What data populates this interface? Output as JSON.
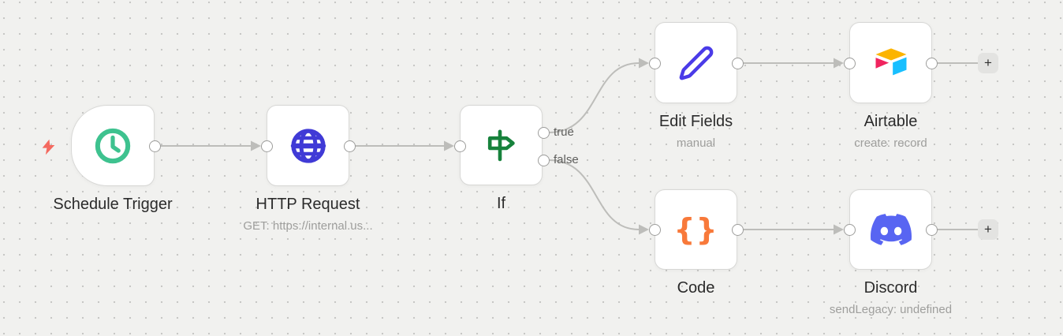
{
  "canvas": {
    "bg": "#f1f1ef",
    "dot_color": "#c7c7c5",
    "edge_color": "#bdbdba"
  },
  "trigger_indicator": {
    "icon": "lightning-bolt-icon",
    "color": "#f4695f"
  },
  "branch_labels": {
    "true": "true",
    "false": "false"
  },
  "nodes": {
    "schedule_trigger": {
      "label": "Schedule Trigger",
      "icon": "clock-icon",
      "icon_color": "#3ec28f"
    },
    "http_request": {
      "label": "HTTP Request",
      "subtitle": "GET: https://internal.us...",
      "icon": "globe-icon",
      "icon_color": "#403ad6"
    },
    "if": {
      "label": "If",
      "icon": "signpost-icon",
      "icon_color": "#17823c"
    },
    "edit_fields": {
      "label": "Edit Fields",
      "subtitle": "manual",
      "icon": "pencil-icon",
      "icon_color": "#4a3be8"
    },
    "airtable": {
      "label": "Airtable",
      "subtitle": "create: record",
      "icon": "airtable-logo",
      "colors": {
        "yellow": "#fcb400",
        "red": "#f0245f",
        "blue": "#18bfff"
      }
    },
    "code": {
      "label": "Code",
      "icon": "curly-braces-icon",
      "glyph": "{}",
      "icon_color": "#f8793a"
    },
    "discord": {
      "label": "Discord",
      "subtitle": "sendLegacy: undefined",
      "icon": "discord-logo",
      "icon_color": "#5865f2"
    }
  },
  "add_button": {
    "label": "+"
  }
}
